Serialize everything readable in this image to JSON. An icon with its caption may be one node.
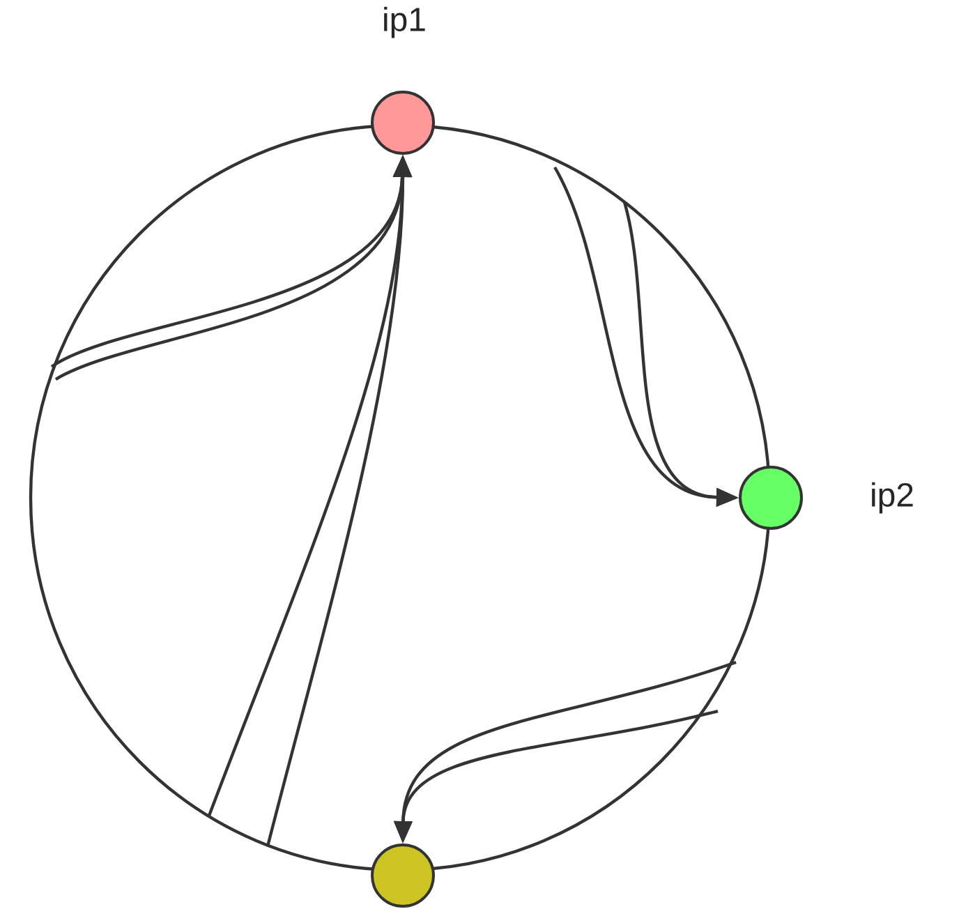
{
  "diagram": {
    "nodes": [
      {
        "text": [],
        "shape": "circle",
        "beside": [
          "ip1"
        ]
      },
      {
        "text": [],
        "shape": "circle",
        "beside": [
          "ip2"
        ]
      },
      {
        "text": [],
        "shape": "circle"
      }
    ],
    "edges": [
      {
        "from": null,
        "to": 0,
        "arrow": "to"
      },
      {
        "from": null,
        "to": 0,
        "arrow": "to"
      },
      {
        "from": null,
        "to": 0,
        "arrow": "to"
      },
      {
        "from": null,
        "to": 0,
        "arrow": "to"
      },
      {
        "from": null,
        "to": 1,
        "arrow": "to"
      },
      {
        "from": null,
        "to": 1,
        "arrow": "to"
      },
      {
        "from": null,
        "to": 2,
        "arrow": "to"
      },
      {
        "from": null,
        "to": 2,
        "arrow": "to"
      }
    ]
  }
}
